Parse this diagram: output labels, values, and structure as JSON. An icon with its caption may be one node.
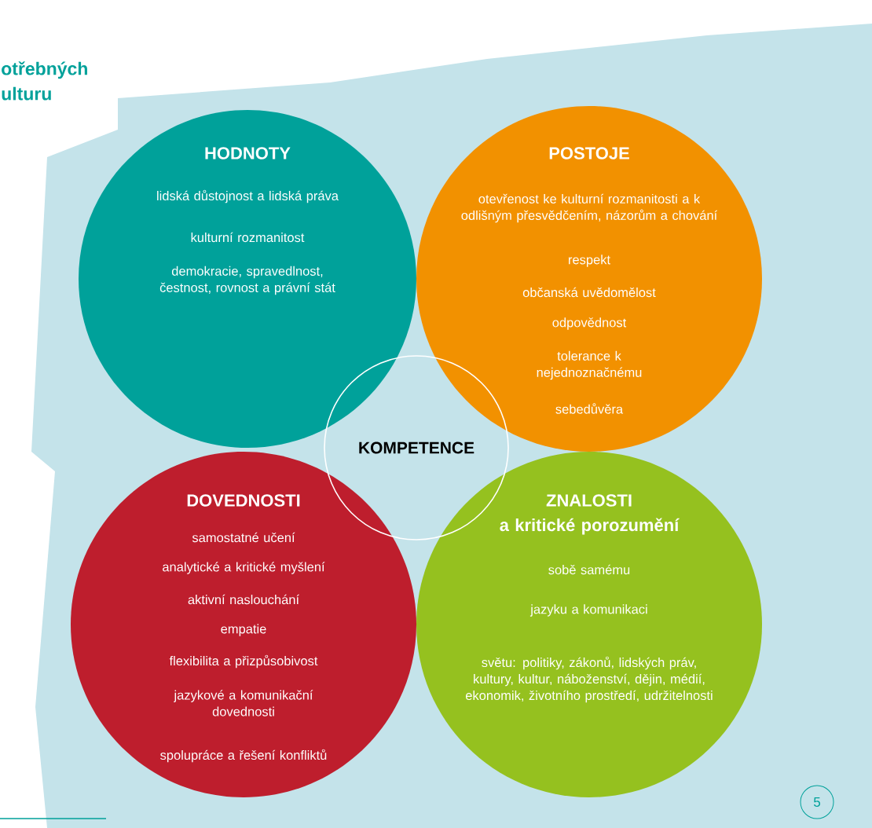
{
  "diagram": {
    "title": "otřebných ulturu",
    "nodes": [
      {
        "text": [
          "HODNOTY",
          "lidská důstojnost a lidská práva",
          "kulturní rozmanitost",
          "demokracie, spravedlnost, čestnost, rovnost a právní stát"
        ]
      },
      {
        "text": [
          "POSTOJE",
          "otevřenost ke kulturní rozmanitosti a k odlišným přesvědčením, názorům a chování",
          "respekt",
          "občanská uvědomělost",
          "odpovědnost",
          "tolerance k nejednoznačnému",
          "sebedůvěra"
        ]
      },
      {
        "text": [
          "KOMPETENCE"
        ]
      },
      {
        "text": [
          "DOVEDNOSTI",
          "samostatné učení",
          "analytické a kritické myšlení",
          "aktivní naslouchání",
          "empatie",
          "flexibilita a přizpůsobivost",
          "jazykové a komunikační dovednosti",
          "spolupráce a řešení konfliktů"
        ]
      },
      {
        "text": [
          "ZNALOSTI",
          "a kritické porozumění",
          "sobě samému",
          "jazyku a komunikaci",
          "světu: politiky, zákonů, lidských práv, kultury, kultur, náboženství, dějin, médií, ekonomik, životního prostředí, udržitelnosti"
        ]
      },
      {
        "text": [
          "5"
        ]
      }
    ]
  }
}
